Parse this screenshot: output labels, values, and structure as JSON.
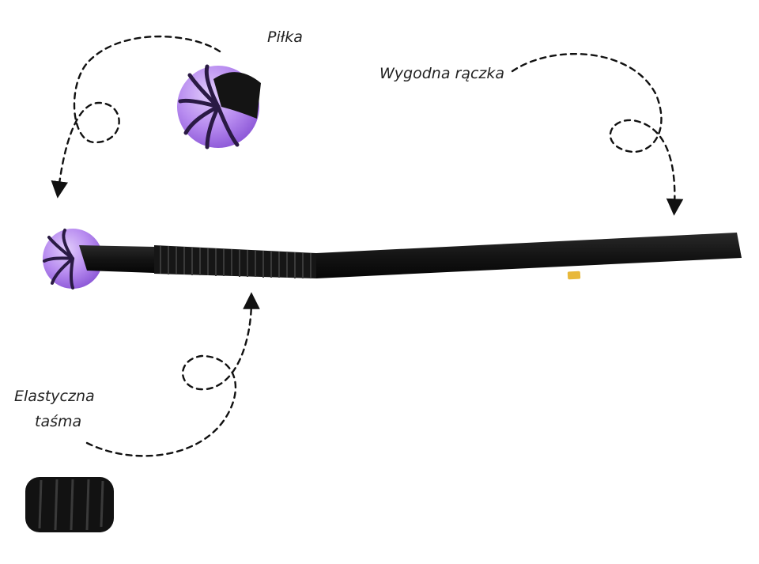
{
  "labels": {
    "ball": "Piłka",
    "handle": "Wygodna rączka",
    "elastic_line1": "Elastyczna",
    "elastic_line2": "taśma"
  },
  "colors": {
    "ball_purple": "#b88cf0",
    "ball_purple_dark": "#8a55d6",
    "groove": "#2a1a44",
    "strap": "#141414",
    "tag": "#e8b83a",
    "dashes": "#111111"
  }
}
